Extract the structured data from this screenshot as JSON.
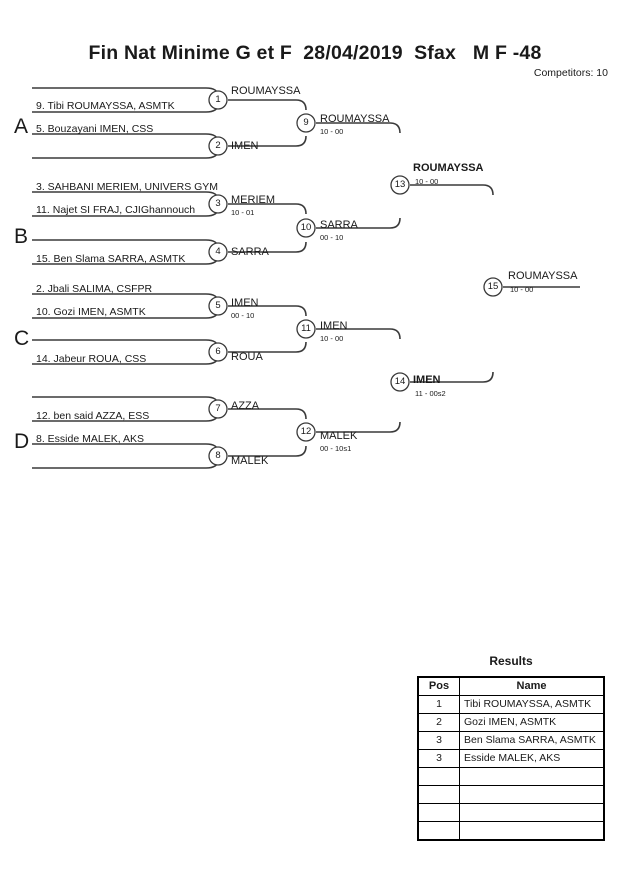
{
  "header": {
    "title": "Fin Nat Minime G et F  28/04/2019  Sfax   M F -48",
    "competitors_label": "Competitors: 10"
  },
  "groups": [
    {
      "letter": "A"
    },
    {
      "letter": "B"
    },
    {
      "letter": "C"
    },
    {
      "letter": "D"
    }
  ],
  "entrants": [
    {
      "label": "9. Tibi ROUMAYSSA, ASMTK"
    },
    {
      "label": "5. Bouzayani IMEN, CSS"
    },
    {
      "label": "3. SAHBANI MERIEM, UNIVERS GYM"
    },
    {
      "label": "11. Najet SI FRAJ, CJIGhannouch"
    },
    {
      "label": "15. Ben Slama SARRA, ASMTK"
    },
    {
      "label": "2. Jbali SALIMA, CSFPR"
    },
    {
      "label": "10. Gozi IMEN, ASMTK"
    },
    {
      "label": "14. Jabeur ROUA, CSS"
    },
    {
      "label": "12. ben said AZZA, ESS"
    },
    {
      "label": "8. Esside MALEK, AKS"
    }
  ],
  "matches": [
    {
      "number": "1",
      "winner": "ROUMAYSSA",
      "score": "",
      "bold": false
    },
    {
      "number": "2",
      "winner": "IMEN",
      "score": "",
      "bold": false
    },
    {
      "number": "3",
      "winner": "MERIEM",
      "score": "10 - 01",
      "bold": false
    },
    {
      "number": "4",
      "winner": "SARRA",
      "score": "",
      "bold": false
    },
    {
      "number": "5",
      "winner": "IMEN",
      "score": "00 - 10",
      "bold": false
    },
    {
      "number": "6",
      "winner": "ROUA",
      "score": "",
      "bold": false
    },
    {
      "number": "7",
      "winner": "AZZA",
      "score": "",
      "bold": false
    },
    {
      "number": "8",
      "winner": "MALEK",
      "score": "",
      "bold": false
    },
    {
      "number": "9",
      "winner": "ROUMAYSSA",
      "score": "10 - 00",
      "bold": false
    },
    {
      "number": "10",
      "winner": "SARRA",
      "score": "00 - 10",
      "bold": false
    },
    {
      "number": "11",
      "winner": "IMEN",
      "score": "10 - 00",
      "bold": false
    },
    {
      "number": "12",
      "winner": "MALEK",
      "score": "00 - 10s1",
      "bold": false
    },
    {
      "number": "13",
      "winner": "ROUMAYSSA",
      "score": "10 - 00",
      "bold": true
    },
    {
      "number": "14",
      "winner": "IMEN",
      "score": "11 - 00s2",
      "bold": true
    },
    {
      "number": "15",
      "winner": "ROUMAYSSA",
      "score": "10 - 00",
      "bold": false
    }
  ],
  "results": {
    "title": "Results",
    "columns": [
      "Pos",
      "Name"
    ],
    "rows": [
      {
        "pos": "1",
        "name": "Tibi ROUMAYSSA, ASMTK"
      },
      {
        "pos": "2",
        "name": "Gozi IMEN, ASMTK"
      },
      {
        "pos": "3",
        "name": "Ben Slama SARRA, ASMTK"
      },
      {
        "pos": "3",
        "name": "Esside MALEK, AKS"
      },
      {
        "pos": "",
        "name": ""
      },
      {
        "pos": "",
        "name": ""
      },
      {
        "pos": "",
        "name": ""
      },
      {
        "pos": "",
        "name": ""
      }
    ]
  },
  "colors": {
    "line": "#3a3a3a",
    "text": "#1a1a1a",
    "background": "#ffffff"
  }
}
